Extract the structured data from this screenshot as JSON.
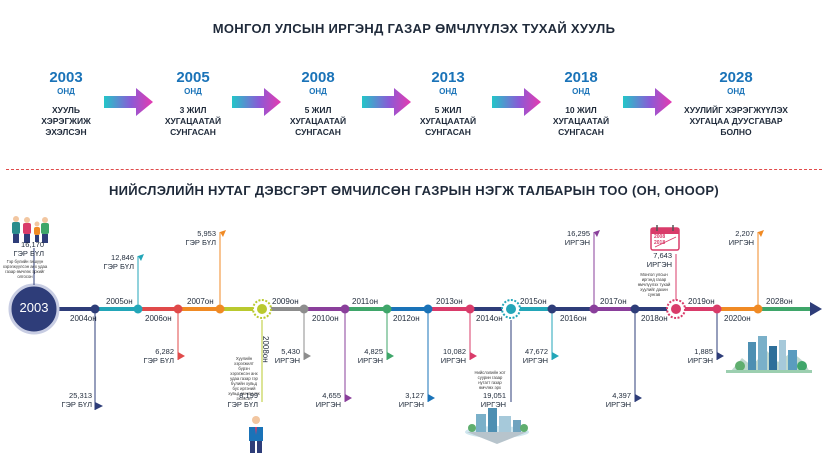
{
  "title": "МОНГОЛ УЛСЫН ИРГЭНД ГАЗАР ӨМЧЛҮҮЛЭХ ТУХАЙ ХУУЛЬ",
  "milestones": [
    {
      "year": "2003",
      "ond": "ОНД",
      "desc": [
        "ХУУЛЬ",
        "ХЭРЭГЖИЖ",
        "ЭХЭЛСЭН"
      ]
    },
    {
      "year": "2005",
      "ond": "ОНД",
      "desc": [
        "3 ЖИЛ",
        "ХУГАЦААТАЙ",
        "СУНГАСАН"
      ]
    },
    {
      "year": "2008",
      "ond": "ОНД",
      "desc": [
        "5 ЖИЛ",
        "ХУГАЦААТАЙ",
        "СУНГАСАН"
      ]
    },
    {
      "year": "2013",
      "ond": "ОНД",
      "desc": [
        "5 ЖИЛ",
        "ХУГАЦААТАЙ",
        "СУНГАСАН"
      ]
    },
    {
      "year": "2018",
      "ond": "ОНД",
      "desc": [
        "10 ЖИЛ",
        "ХУГАЦААТАЙ",
        "СУНГАСАН"
      ]
    },
    {
      "year": "2028",
      "ond": "ОНД",
      "desc": [
        "ХУУЛИЙГ ХЭРЭГЖҮҮЛЭХ",
        "ХУГАЦАА ДУУСГАВАР",
        "БОЛНО"
      ]
    }
  ],
  "subtitle": "НИЙСЛЭЛИЙН НУТАГ ДЭВСГЭРТ ӨМЧИЛСӨН ГАЗРЫН НЭГЖ ТАЛБАРЫН ТОО (ОН, ОНООР)",
  "start_year": "2003",
  "years": [
    {
      "label": "2004он",
      "color": "#2e3d79"
    },
    {
      "label": "2005он",
      "color": "#23a6b8"
    },
    {
      "label": "2006он",
      "color": "#e04a4a"
    },
    {
      "label": "2007он",
      "color": "#f08a24"
    },
    {
      "label": "2008он",
      "color": "#b9c92e"
    },
    {
      "label": "2009он",
      "color": "#8d8d8d"
    },
    {
      "label": "2010он",
      "color": "#8a3f9b"
    },
    {
      "label": "2011он",
      "color": "#3fa66a"
    },
    {
      "label": "2012он",
      "color": "#1a73b8"
    },
    {
      "label": "2013он",
      "color": "#d93b6a"
    },
    {
      "label": "2014он",
      "color": "#2e3d79"
    },
    {
      "label": "2015он",
      "color": "#23a6b8"
    },
    {
      "label": "2016он",
      "color": "#2e3d79"
    },
    {
      "label": "2017он",
      "color": "#8a3f9b"
    },
    {
      "label": "2018он",
      "color": "#2e3d79"
    },
    {
      "label": "2019он",
      "color": "#d93b6a"
    },
    {
      "label": "2020он",
      "color": "#f08a24"
    },
    {
      "label": "2028он",
      "color": "#3fa66a"
    }
  ],
  "values": [
    {
      "v": "16,170",
      "u": "ГЭР БҮЛ"
    },
    {
      "v": "25,313",
      "u": "ГЭР БҮЛ"
    },
    {
      "v": "12,846",
      "u": "ГЭР БҮЛ"
    },
    {
      "v": "6,282",
      "u": "ГЭР БҮЛ"
    },
    {
      "v": "5,953",
      "u": "ГЭР БҮЛ"
    },
    {
      "v": "8,199",
      "u": "ГЭР БҮЛ"
    },
    {
      "v": "5,430",
      "u": "ИРГЭН"
    },
    {
      "v": "4,655",
      "u": "ИРГЭН"
    },
    {
      "v": "4,825",
      "u": "ИРГЭН"
    },
    {
      "v": "3,127",
      "u": "ИРГЭН"
    },
    {
      "v": "10,082",
      "u": "ИРГЭН"
    },
    {
      "v": "19,051",
      "u": "ИРГЭН"
    },
    {
      "v": "47,672",
      "u": "ИРГЭН"
    },
    {
      "v": "16,295",
      "u": "ИРГЭН"
    },
    {
      "v": "4,397",
      "u": "ИРГЭН"
    },
    {
      "v": "7,643",
      "u": "ИРГЭН"
    },
    {
      "v": "1,885",
      "u": "ИРГЭН"
    },
    {
      "v": "2,207",
      "u": "ИРГЭН"
    }
  ],
  "vertical_2008": "2008он",
  "notes": {
    "n2003": "Гэр бүлийн гишүүн хэрэгжүүлсэн анх удаа газар өмчлөх эрхийг олгосон",
    "n2008": "Хуулийн хэрэгжилт бүрэн хэрэгжсэн анх удаа газар гэр бүлийн хувьд бус иргэний хувьд өмчлүүлж эхэлсэн",
    "n2014": "Нийслэлийн хот суурин газар нутагт газар өмчлөх эрх",
    "n2018": "Монгол улсын иргэнд газар өмчлүүлэх тухай хуулийг дахин сунгав"
  },
  "calendar": {
    "y1": "2008",
    "y2": "2018"
  }
}
